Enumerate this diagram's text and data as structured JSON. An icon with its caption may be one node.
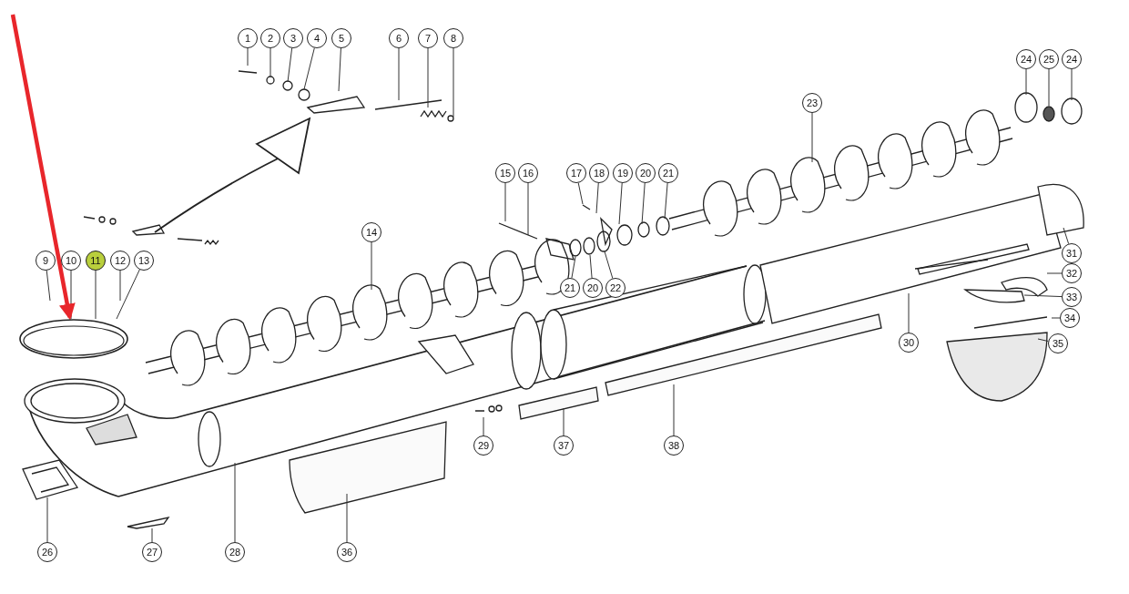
{
  "diagram": {
    "nodes": [
      {
        "text": [
          "1"
        ]
      },
      {
        "text": [
          "2"
        ]
      },
      {
        "text": [
          "3"
        ]
      },
      {
        "text": [
          "4"
        ]
      },
      {
        "text": [
          "5"
        ]
      },
      {
        "text": [
          "6"
        ]
      },
      {
        "text": [
          "7"
        ]
      },
      {
        "text": [
          "8"
        ]
      },
      {
        "text": [
          "24"
        ]
      },
      {
        "text": [
          "25"
        ]
      },
      {
        "text": [
          "24"
        ]
      },
      {
        "text": [
          "23"
        ]
      },
      {
        "text": [
          "15"
        ]
      },
      {
        "text": [
          "16"
        ]
      },
      {
        "text": [
          "17"
        ]
      },
      {
        "text": [
          "18"
        ]
      },
      {
        "text": [
          "19"
        ]
      },
      {
        "text": [
          "20"
        ]
      },
      {
        "text": [
          "21"
        ]
      },
      {
        "text": [
          "14"
        ]
      },
      {
        "text": [
          "9"
        ]
      },
      {
        "text": [
          "10"
        ]
      },
      {
        "text": [
          "11"
        ]
      },
      {
        "text": [
          "12"
        ]
      },
      {
        "text": [
          "13"
        ]
      },
      {
        "text": [
          "31"
        ]
      },
      {
        "text": [
          "21"
        ]
      },
      {
        "text": [
          "20"
        ]
      },
      {
        "text": [
          "22"
        ]
      },
      {
        "text": [
          "32"
        ]
      },
      {
        "text": [
          "33"
        ]
      },
      {
        "text": [
          "34"
        ]
      },
      {
        "text": [],
        "shape": "picture"
      },
      {
        "text": [
          "35"
        ]
      },
      {
        "text": [
          "30"
        ]
      },
      {
        "text": [
          "29"
        ]
      },
      {
        "text": [
          "37"
        ]
      },
      {
        "text": [
          "38"
        ]
      },
      {
        "text": [
          "26"
        ]
      },
      {
        "text": [
          "27"
        ]
      },
      {
        "text": [
          "28"
        ]
      },
      {
        "text": [
          "36"
        ]
      }
    ],
    "edges": [
      {
        "from": 0,
        "to": null,
        "arrow": "none"
      },
      {
        "from": 1,
        "to": null,
        "arrow": "none"
      },
      {
        "from": 2,
        "to": null,
        "arrow": "none"
      },
      {
        "from": 3,
        "to": null,
        "arrow": "none"
      },
      {
        "from": 4,
        "to": null,
        "arrow": "none"
      },
      {
        "from": 5,
        "to": null,
        "arrow": "none"
      },
      {
        "from": 6,
        "to": null,
        "arrow": "none"
      },
      {
        "from": 7,
        "to": null,
        "arrow": "none"
      },
      {
        "from": 8,
        "to": null,
        "arrow": "none"
      },
      {
        "from": 9,
        "to": null,
        "arrow": "none"
      },
      {
        "from": 10,
        "to": null,
        "arrow": "none"
      },
      {
        "from": 11,
        "to": null,
        "arrow": "none"
      },
      {
        "from": 12,
        "to": null,
        "arrow": "none"
      },
      {
        "from": 13,
        "to": null,
        "arrow": "none"
      },
      {
        "from": 14,
        "to": null,
        "arrow": "none"
      },
      {
        "from": 15,
        "to": null,
        "arrow": "none"
      },
      {
        "from": 16,
        "to": null,
        "arrow": "none"
      },
      {
        "from": 17,
        "to": null,
        "arrow": "none"
      },
      {
        "from": 18,
        "to": null,
        "arrow": "none"
      },
      {
        "from": 19,
        "to": null,
        "arrow": "none"
      },
      {
        "from": 20,
        "to": null,
        "arrow": "none"
      },
      {
        "from": 21,
        "to": 32,
        "arrow": "none"
      },
      {
        "from": 22,
        "to": 32,
        "arrow": "none"
      },
      {
        "from": 23,
        "to": null,
        "arrow": "none"
      },
      {
        "from": 24,
        "to": 32,
        "arrow": "none"
      },
      {
        "from": 25,
        "to": null,
        "arrow": "none"
      },
      {
        "from": 26,
        "to": null,
        "arrow": "none"
      },
      {
        "from": 27,
        "to": null,
        "arrow": "none"
      },
      {
        "from": 28,
        "to": null,
        "arrow": "none"
      },
      {
        "from": 29,
        "to": null,
        "arrow": "none"
      },
      {
        "from": 30,
        "to": null,
        "arrow": "none"
      },
      {
        "from": 31,
        "to": null,
        "arrow": "none"
      },
      {
        "from": 33,
        "to": null,
        "arrow": "none"
      },
      {
        "from": 34,
        "to": null,
        "arrow": "none"
      },
      {
        "from": 35,
        "to": null,
        "arrow": "none"
      },
      {
        "from": 36,
        "to": null,
        "arrow": "none"
      },
      {
        "from": 37,
        "to": null,
        "arrow": "none"
      },
      {
        "from": 38,
        "to": null,
        "arrow": "none"
      },
      {
        "from": 39,
        "to": null,
        "arrow": "none"
      },
      {
        "from": 40,
        "to": null,
        "arrow": "none"
      },
      {
        "from": 41,
        "to": null,
        "arrow": "none"
      },
      {
        "from": null,
        "to": 32,
        "arrow": "to",
        "style": "thick",
        "color": "#e8262b"
      }
    ]
  }
}
